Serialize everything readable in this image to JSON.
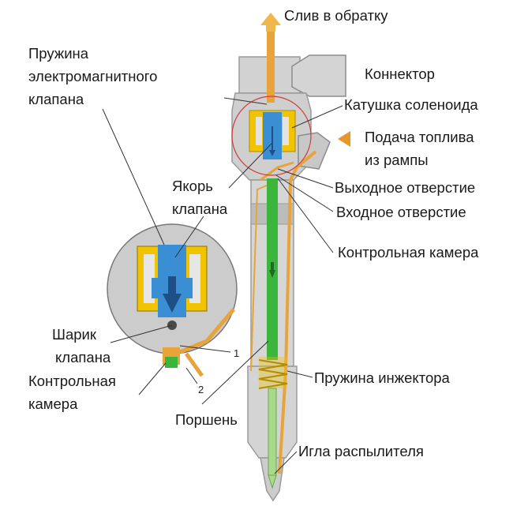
{
  "labels": {
    "drain": "Слив в обратку",
    "connector": "Коннектор",
    "spring_line1": "Пружина",
    "spring_line2": "электромагнитного",
    "spring_line3": "клапана",
    "solenoid": "Катушка соленоида",
    "fuel_line1": "Подача топлива",
    "fuel_line2": "из рампы",
    "outlet": "Выходное отверстие",
    "inlet": "Входное отверстие",
    "armature_line1": "Якорь",
    "armature_line2": "клапана",
    "control_chamber": "Контрольная камера",
    "ball_line1": "Шарик",
    "ball_line2": "клапана",
    "chamber2_line1": "Контрольная",
    "chamber2_line2": "камера",
    "injector_spring": "Пружина инжектора",
    "piston": "Поршень",
    "needle": "Игла распылителя",
    "marker1": "1",
    "marker2": "2"
  },
  "colors": {
    "body": "#d2d2d2",
    "body_edge": "#9a9a9a",
    "fuel": "#e8a33a",
    "yellow": "#f2c400",
    "blue": "#3a8fd4",
    "green": "#3cb53c",
    "light_green": "#a9d98a",
    "highlight_circle": "#d23c3c"
  }
}
